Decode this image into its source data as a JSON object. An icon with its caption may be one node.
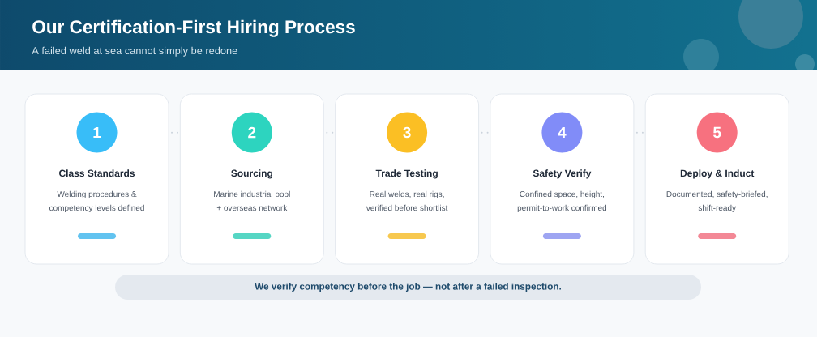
{
  "diagram": {
    "title": "Our Certification-First Hiring Process",
    "nodes": [
      {
        "text": [
          "Class Standards",
          "Welding procedures & competency levels defined"
        ]
      },
      {
        "text": [
          "1"
        ],
        "in": 0
      },
      {
        "text": [
          "Sourcing",
          "Marine industrial pool + overseas network"
        ]
      },
      {
        "text": [
          "2"
        ],
        "in": 2
      },
      {
        "text": [
          "Trade Testing",
          "Real welds, real rigs, verified before shortlist"
        ]
      },
      {
        "text": [
          "3"
        ],
        "in": 4
      },
      {
        "text": [
          "Safety Verify",
          "Confined space, height, permit-to-work confirmed"
        ]
      },
      {
        "text": [
          "4"
        ],
        "in": 6
      },
      {
        "text": [
          "Deploy & Induct",
          "Documented, safety-briefed, shift-ready"
        ]
      },
      {
        "text": [
          "5"
        ],
        "in": 8
      },
      {
        "text": [
          "We verify competency before the job — not after a failed inspection."
        ]
      }
    ],
    "edges": [
      {
        "from": 0,
        "to": 2,
        "arrow": "none",
        "style": "dashed"
      },
      {
        "from": 2,
        "to": 4,
        "arrow": "none",
        "style": "dashed"
      },
      {
        "from": 4,
        "to": 6,
        "arrow": "none",
        "style": "dashed"
      },
      {
        "from": 6,
        "to": 8,
        "arrow": "none",
        "style": "dashed"
      }
    ],
    "labels": [
      "A failed weld at sea cannot simply be redone"
    ]
  }
}
